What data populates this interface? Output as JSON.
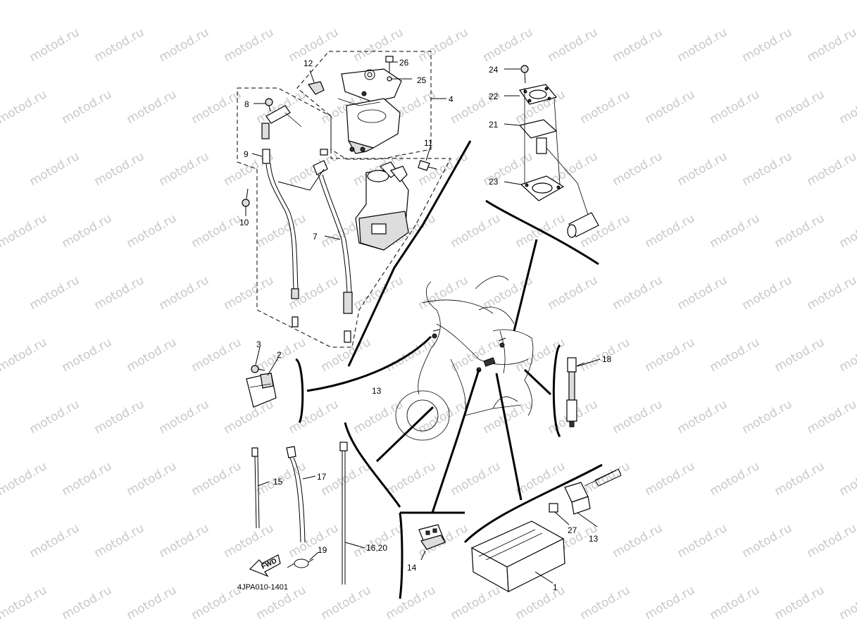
{
  "diagram": {
    "catalog_code": "4JPA010-1401",
    "watermark_text": "motod.ru",
    "fwd_marker": "FWD",
    "callouts": {
      "p1": "1",
      "p2": "2",
      "p3": "3",
      "p4": "4",
      "p7": "7",
      "p8": "8",
      "p9": "9",
      "p10": "10",
      "p11": "11",
      "p12": "12",
      "p13a": "13",
      "p13b": "13",
      "p14": "14",
      "p15": "15",
      "p16_20": "16,20",
      "p17": "17",
      "p18": "18",
      "p19": "19",
      "p21": "21",
      "p22": "22",
      "p23": "23",
      "p24": "24",
      "p25": "25",
      "p26": "26",
      "p27": "27"
    }
  }
}
